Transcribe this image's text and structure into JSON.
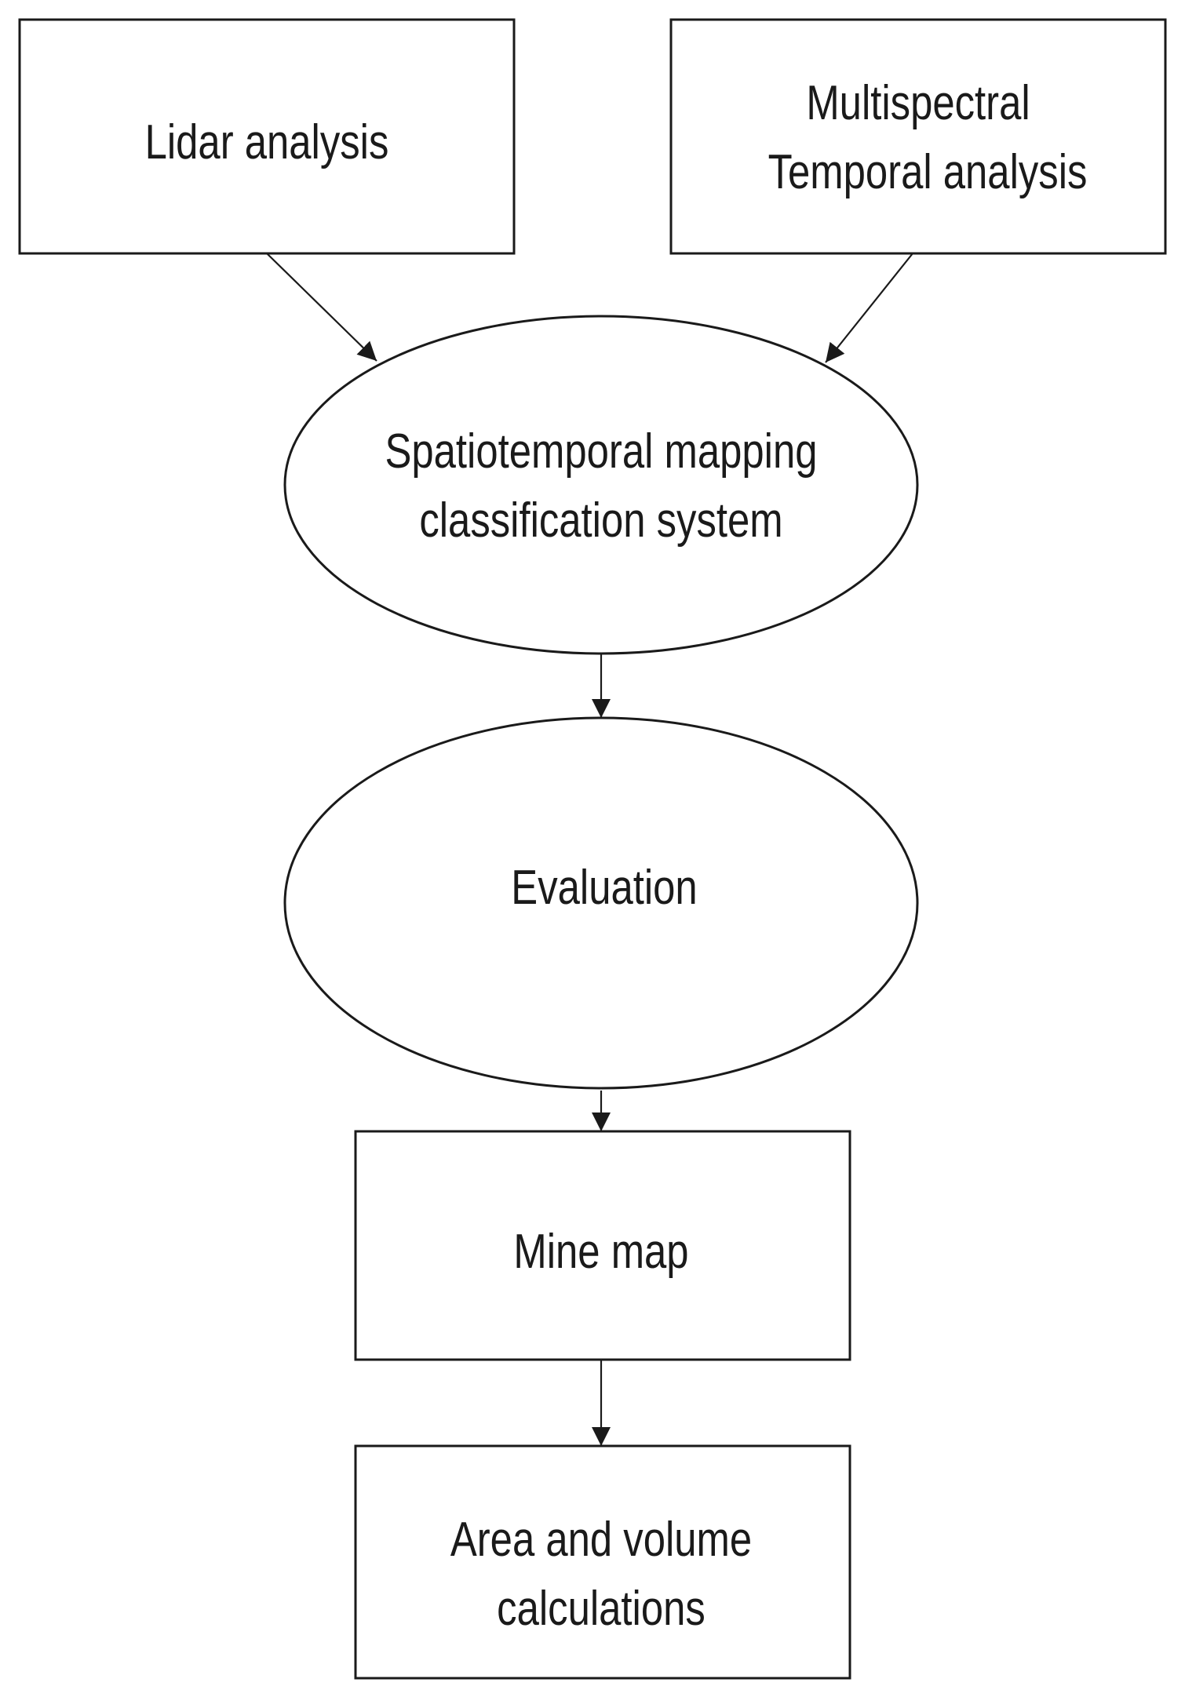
{
  "diagram": {
    "nodes": [
      {
        "id": "lidar",
        "shape": "rect",
        "lines": [
          "Lidar analysis"
        ]
      },
      {
        "id": "multispectral",
        "shape": "rect",
        "lines": [
          "Multispectral",
          "Temporal analysis"
        ]
      },
      {
        "id": "spatiotemporal",
        "shape": "ellipse",
        "lines": [
          "Spatiotemporal mapping",
          "classification system"
        ]
      },
      {
        "id": "evaluation",
        "shape": "ellipse",
        "lines": [
          "Evaluation"
        ]
      },
      {
        "id": "mine_map",
        "shape": "rect",
        "lines": [
          "Mine map"
        ]
      },
      {
        "id": "area_volume",
        "shape": "rect",
        "lines": [
          "Area and volume",
          "calculations"
        ]
      }
    ],
    "edges": [
      {
        "from": "lidar",
        "to": "spatiotemporal"
      },
      {
        "from": "multispectral",
        "to": "spatiotemporal"
      },
      {
        "from": "spatiotemporal",
        "to": "evaluation"
      },
      {
        "from": "evaluation",
        "to": "mine_map"
      },
      {
        "from": "mine_map",
        "to": "area_volume"
      }
    ],
    "colors": {
      "stroke": "#1a1a1a",
      "fill": "#ffffff",
      "text": "#1a1a1a"
    }
  }
}
